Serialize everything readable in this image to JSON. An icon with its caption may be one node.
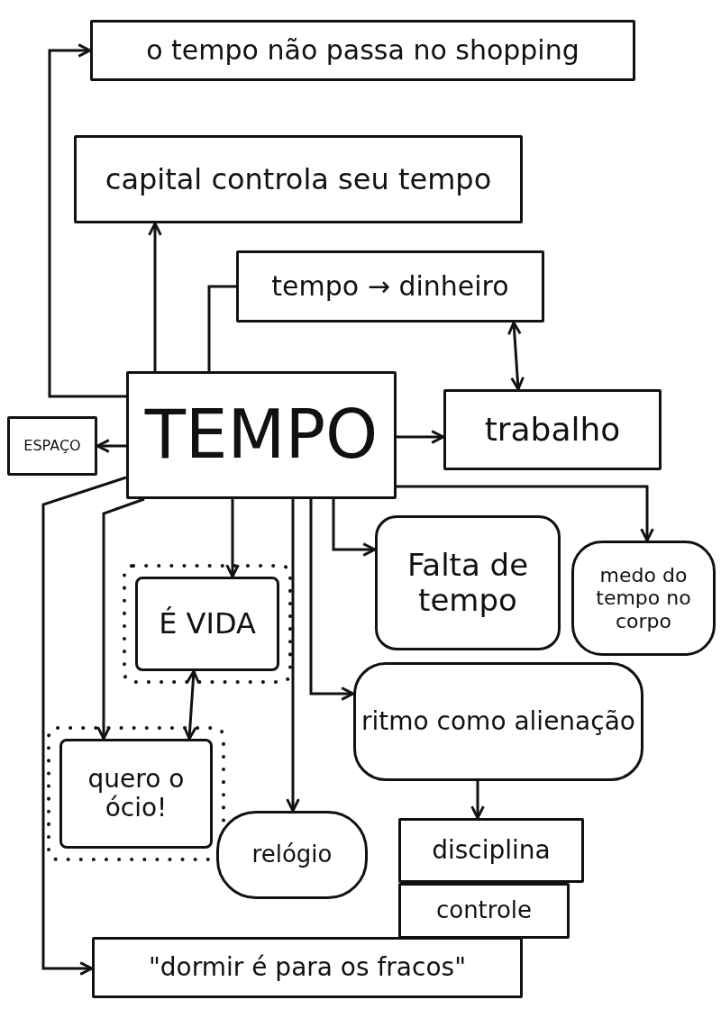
{
  "diagram": {
    "nodes": [
      {
        "text": [
          "o tempo não passa no shopping"
        ]
      },
      {
        "text": [
          "capital controla seu tempo"
        ]
      },
      {
        "text": [
          "tempo → dinheiro"
        ]
      },
      {
        "text": [
          "TEMPO"
        ]
      },
      {
        "text": [
          "ESPAÇO"
        ]
      },
      {
        "text": [
          "trabalho"
        ]
      },
      {
        "text": [
          "Falta de tempo"
        ]
      },
      {
        "text": [
          "medo do tempo no corpo"
        ]
      },
      {
        "text": [
          "É VIDA"
        ]
      },
      {
        "text": [
          "ritmo como alienação"
        ]
      },
      {
        "text": [
          "quero o ócio!"
        ]
      },
      {
        "text": [
          "relógio"
        ]
      },
      {
        "text": [
          "disciplina"
        ]
      },
      {
        "text": [
          "controle"
        ]
      },
      {
        "text": [
          "\"dormir é para os fracos\""
        ]
      }
    ],
    "edges": [
      {
        "from": 3,
        "to": 0,
        "arrow": "to"
      },
      {
        "from": 3,
        "to": 1,
        "arrow": "to"
      },
      {
        "from": 3,
        "to": 2,
        "arrow": "none"
      },
      {
        "from": 2,
        "to": 5,
        "arrow": "both"
      },
      {
        "from": 3,
        "to": 5,
        "arrow": "to"
      },
      {
        "from": 3,
        "to": 4,
        "arrow": "to"
      },
      {
        "from": 3,
        "to": 8,
        "arrow": "to"
      },
      {
        "from": 3,
        "to": 6,
        "arrow": "to"
      },
      {
        "from": 3,
        "to": 7,
        "arrow": "to"
      },
      {
        "from": 3,
        "to": 9,
        "arrow": "to"
      },
      {
        "from": 3,
        "to": 10,
        "arrow": "to"
      },
      {
        "from": 3,
        "to": 11,
        "arrow": "to"
      },
      {
        "from": 3,
        "to": 14,
        "arrow": "to"
      },
      {
        "from": 8,
        "to": 10,
        "arrow": "both"
      },
      {
        "from": 9,
        "to": 12,
        "arrow": "to"
      }
    ]
  }
}
